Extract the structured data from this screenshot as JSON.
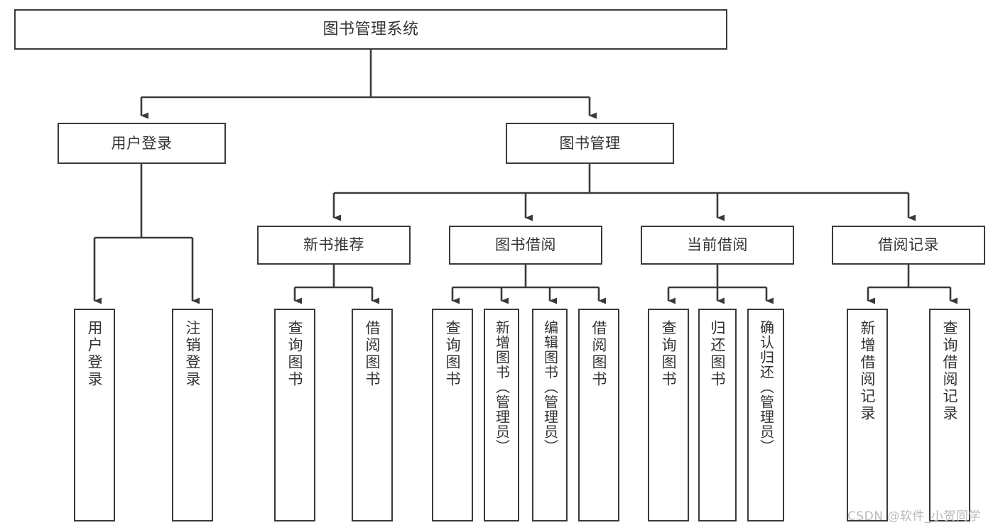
{
  "diagram": {
    "title_node": {
      "id": "root",
      "label": "图书管理系统"
    },
    "level2": [
      {
        "id": "user-login",
        "label": "用户登录"
      },
      {
        "id": "book-manage",
        "label": "图书管理"
      }
    ],
    "level3": [
      {
        "id": "new-book-recommend",
        "label": "新书推荐"
      },
      {
        "id": "book-borrow",
        "label": "图书借阅"
      },
      {
        "id": "current-borrow",
        "label": "当前借阅"
      },
      {
        "id": "borrow-record",
        "label": "借阅记录"
      }
    ],
    "leaves": {
      "user_login": [
        {
          "id": "leaf-user-login",
          "label": "用户登录"
        },
        {
          "id": "leaf-logout-login",
          "label": "注销登录"
        }
      ],
      "new_book_recommend": [
        {
          "id": "leaf-query-book-1",
          "label": "查询图书"
        },
        {
          "id": "leaf-borrow-book-1",
          "label": "借阅图书"
        }
      ],
      "book_borrow": [
        {
          "id": "leaf-query-book-2",
          "label": "查询图书"
        },
        {
          "id": "leaf-add-book",
          "label": "新增图书（管理员）"
        },
        {
          "id": "leaf-edit-book",
          "label": "编辑图书（管理员）"
        },
        {
          "id": "leaf-borrow-book-2",
          "label": "借阅图书"
        }
      ],
      "current_borrow": [
        {
          "id": "leaf-query-book-3",
          "label": "查询图书"
        },
        {
          "id": "leaf-return-book",
          "label": "归还图书"
        },
        {
          "id": "leaf-confirm-return",
          "label": "确认归还（管理员）"
        }
      ],
      "borrow_record": [
        {
          "id": "leaf-add-record",
          "label": "新增借阅记录"
        },
        {
          "id": "leaf-query-record",
          "label": "查询借阅记录"
        }
      ]
    },
    "watermark": "CSDN @软件_小贺同学",
    "colors": {
      "box_border": "#3a3a3a",
      "connector": "#3a3a3a",
      "text": "#333333",
      "background": "#ffffff",
      "watermark": "#b9b9b9"
    }
  }
}
